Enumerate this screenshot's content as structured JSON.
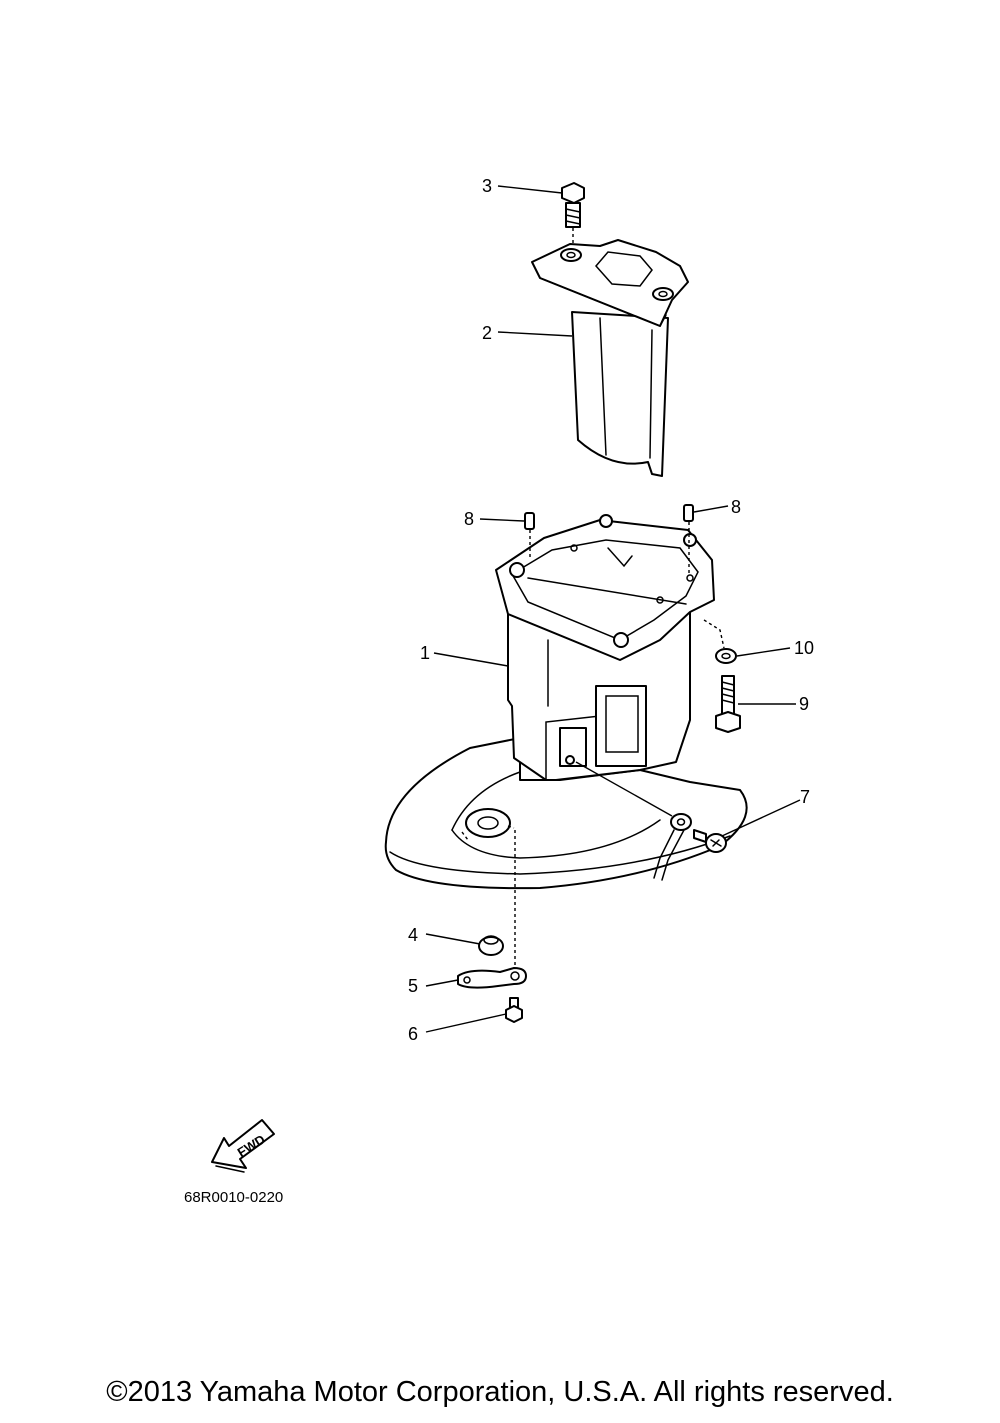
{
  "diagram": {
    "callouts": {
      "c1": "1",
      "c2": "2",
      "c3": "3",
      "c4": "4",
      "c5": "5",
      "c6": "6",
      "c7": "7",
      "c8a": "8",
      "c8b": "8",
      "c9": "9",
      "c10": "10"
    },
    "fwd_label": "FWD",
    "diagram_code": "68R0010-0220"
  },
  "footer": {
    "copyright": "©2013 Yamaha Motor Corporation, U.S.A. All rights reserved."
  }
}
